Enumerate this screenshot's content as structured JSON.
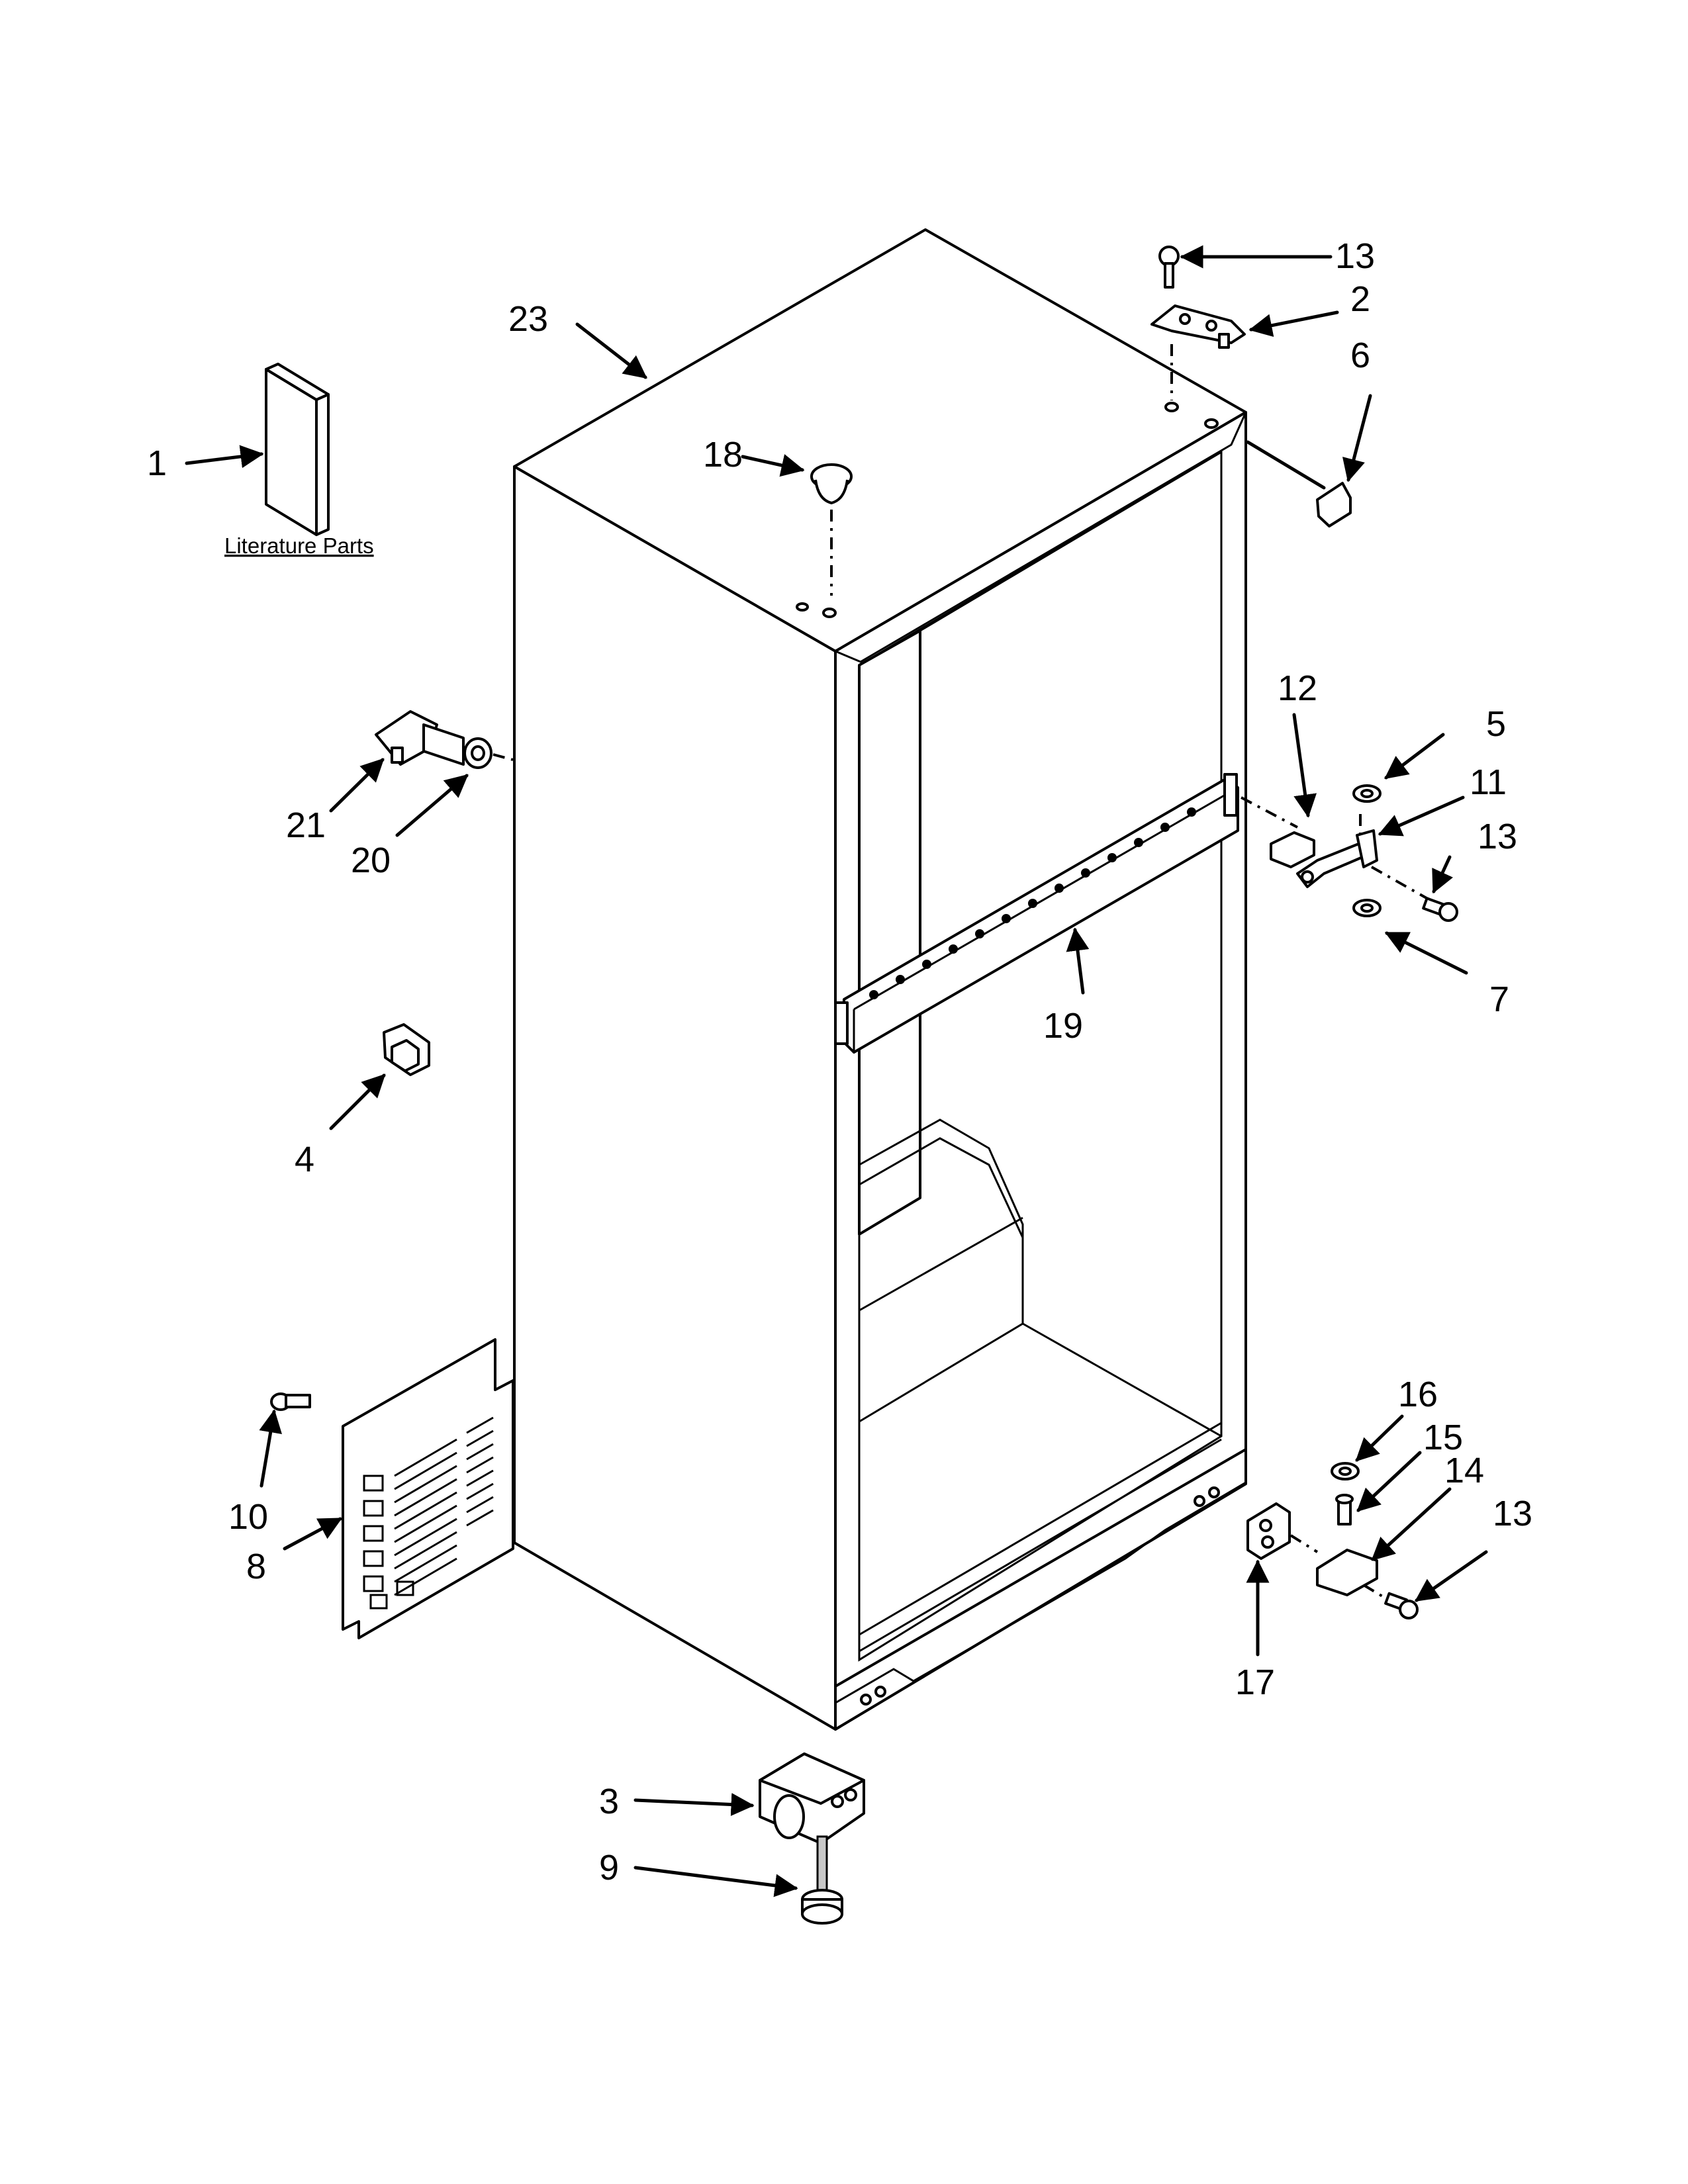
{
  "literature_label": "Literature Parts",
  "callouts": {
    "c1": "1",
    "c2": "2",
    "c3": "3",
    "c4": "4",
    "c5": "5",
    "c6": "6",
    "c7": "7",
    "c8": "8",
    "c9": "9",
    "c10": "10",
    "c11": "11",
    "c12": "12",
    "c13a": "13",
    "c13b": "13",
    "c13c": "13",
    "c14": "14",
    "c15": "15",
    "c16": "16",
    "c17": "17",
    "c18": "18",
    "c19": "19",
    "c20": "20",
    "c21": "21",
    "c23": "23"
  }
}
